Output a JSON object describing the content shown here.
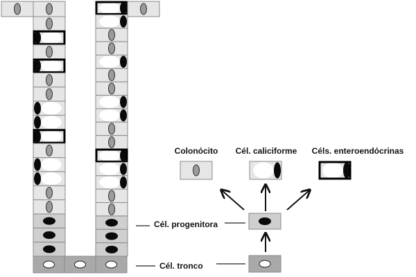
{
  "labels": {
    "colonocyte": "Colonócito",
    "goblet": "Cél. caliciforme",
    "enteroendocrine": "Céls. enteroendócrinas",
    "progenitor": "Cél. progenitora",
    "stem": "Cél. tronco"
  },
  "colors": {
    "cell_fill": "#e6e6e6",
    "cell_fill_dark": "#cfcfcf",
    "base_fill": "#a9a9a9",
    "outline": "#8a8a8a",
    "nucleus_grey": "#9b9b9b",
    "nucleus_black": "#0a0a0a",
    "stem_nucleus": "#ffffff"
  },
  "crypt": {
    "left_wall": [
      "colonocyte",
      "enteroendocrine",
      "colonocyte",
      "enteroendocrine",
      "colonocyte",
      "colonocyte",
      "goblet",
      "goblet",
      "enteroendocrine",
      "colonocyte",
      "goblet",
      "goblet",
      "colonocyte",
      "colonocyte",
      "progenitor",
      "progenitor",
      "progenitor"
    ],
    "right_wall": [
      "enteroendocrine",
      "goblet",
      "colonocyte",
      "colonocyte",
      "goblet",
      "colonocyte",
      "colonocyte",
      "goblet",
      "goblet",
      "colonocyte",
      "colonocyte",
      "enteroendocrine",
      "goblet",
      "goblet",
      "colonocyte",
      "colonocyte",
      "progenitor",
      "progenitor",
      "progenitor"
    ],
    "top_left": [
      "colonocyte",
      "colonocyte"
    ],
    "top_right": [
      "colonocyte"
    ],
    "base": [
      "stem",
      "stem",
      "stem"
    ]
  }
}
